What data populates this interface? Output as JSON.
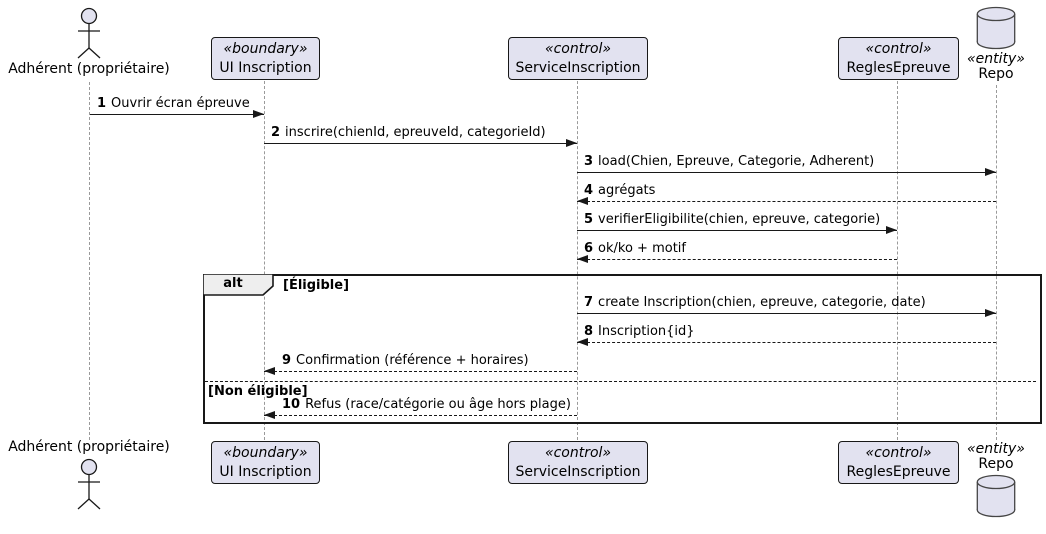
{
  "diagram": {
    "title_hint": "UML sequence diagram",
    "actor": {
      "label": "Adhérent (propriétaire)"
    },
    "participants": [
      {
        "stereotype": "«boundary»",
        "name": "UI Inscription"
      },
      {
        "stereotype": "«control»",
        "name": "ServiceInscription"
      },
      {
        "stereotype": "«control»",
        "name": "ReglesEpreuve"
      },
      {
        "stereotype": "«entity»",
        "name": "Repo"
      }
    ],
    "messages": [
      {
        "num": "1",
        "text": "Ouvrir écran épreuve"
      },
      {
        "num": "2",
        "text": "inscrire(chienId, epreuveId, categorieId)"
      },
      {
        "num": "3",
        "text": "load(Chien, Epreuve, Categorie, Adherent)"
      },
      {
        "num": "4",
        "text": "agrégats"
      },
      {
        "num": "5",
        "text": "verifierEligibilite(chien, epreuve, categorie)"
      },
      {
        "num": "6",
        "text": "ok/ko + motif"
      },
      {
        "num": "7",
        "text": "create Inscription(chien, epreuve, categorie, date)"
      },
      {
        "num": "8",
        "text": "Inscription{id}"
      },
      {
        "num": "9",
        "text": "Confirmation (référence + horaires)"
      },
      {
        "num": "10",
        "text": "Refus (race/catégorie ou âge hors plage)"
      }
    ],
    "fragment": {
      "operator": "alt",
      "guard_eligible": "[Éligible]",
      "guard_not_eligible": "[Non éligible]"
    },
    "colors": {
      "participant_fill": "#E2E2F0",
      "participant_border": "#181818",
      "fragment_operator_fill": "#EEEEEE",
      "lifeline": "#9A9A9A",
      "arrow": "#181818"
    }
  }
}
